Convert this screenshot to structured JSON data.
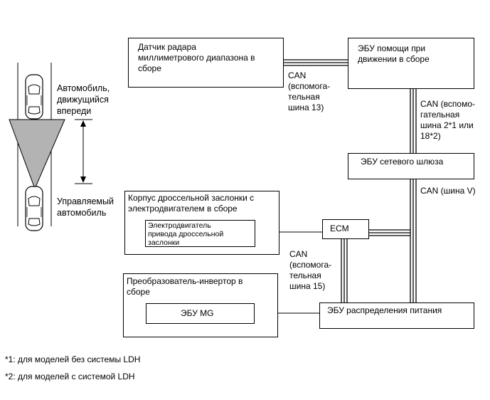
{
  "left_panel": {
    "lead_vehicle_label": [
      "Автомобиль,",
      "движущийся",
      "впереди"
    ],
    "own_vehicle_label": [
      "Управляемый",
      "автомобиль"
    ]
  },
  "boxes": {
    "radar": [
      "Датчик радара",
      "миллиметрового диапазона в",
      "сборе"
    ],
    "driving_support_ecu": [
      "ЭБУ помощи при",
      "движении в сборе"
    ],
    "gateway_ecu": "ЭБУ сетевого шлюза",
    "throttle_body": [
      "Корпус дроссельной заслонки с",
      "электродвигателем в сборе"
    ],
    "throttle_motor": [
      "Электродвигатель",
      "привода дроссельной",
      "заслонки"
    ],
    "ecm": "ECM",
    "inverter": [
      "Преобразователь-инвертор в",
      "сборе"
    ],
    "mg_ecu": "ЭБУ MG",
    "power_dist_ecu": "ЭБУ распределения питания"
  },
  "bus_labels": {
    "can_sub13": [
      "CAN",
      "(вспомога-",
      "тельная",
      "шина 13)"
    ],
    "can_sub2_18": [
      "CAN (вспомо-",
      "гательная",
      "шина 2*1 или",
      "18*2)"
    ],
    "can_v": "CAN (шина V)",
    "can_sub15": [
      "CAN",
      "(вспомога-",
      "тельная",
      "шина 15)"
    ]
  },
  "footnotes": [
    "*1: для моделей без системы LDH",
    "*2: для моделей с системой LDH"
  ],
  "colors": {
    "line": "#000000",
    "radar_cone": "#b3b3b3",
    "car_body": "#ffffff"
  }
}
